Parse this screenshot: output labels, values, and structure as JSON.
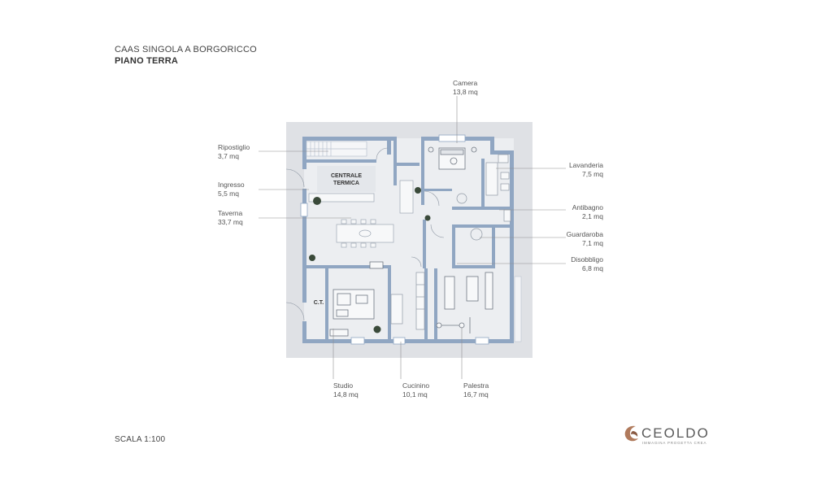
{
  "header": {
    "title_line1": "CAAS SINGOLA A BORGORICCO",
    "title_line2": "PIANO TERRA"
  },
  "scale_text": "SCALA 1:100",
  "plan_text": {
    "centrale_termica_1": "CENTRALE",
    "centrale_termica_2": "TERMICA",
    "ct": "C.T."
  },
  "rooms": {
    "ripostiglio": {
      "name": "Ripostiglio",
      "area": "3,7 mq"
    },
    "ingresso": {
      "name": "Ingresso",
      "area": "5,5 mq"
    },
    "taverna": {
      "name": "Taverna",
      "area": "33,7 mq"
    },
    "camera": {
      "name": "Camera",
      "area": "13,8 mq"
    },
    "lavanderia": {
      "name": "Lavanderia",
      "area": "7,5 mq"
    },
    "antibagno": {
      "name": "Antibagno",
      "area": "2,1 mq"
    },
    "guardaroba": {
      "name": "Guardaroba",
      "area": "7,1 mq"
    },
    "disobbligo": {
      "name": "Disobbligo",
      "area": "6,8 mq"
    },
    "studio": {
      "name": "Studio",
      "area": "14,8 mq"
    },
    "cucinino": {
      "name": "Cucinino",
      "area": "10,1 mq"
    },
    "palestra": {
      "name": "Palestra",
      "area": "16,7 mq"
    }
  },
  "logo": {
    "name": "CEOLDO",
    "tagline": "IMMAGINA PROGETTA CREA",
    "icon": "ceoldo-logo-icon"
  },
  "colors": {
    "wall": "#90a6c2",
    "floor": "#eceef1",
    "plan_background": "#dfe1e5",
    "leader": "#8f8f8f"
  }
}
